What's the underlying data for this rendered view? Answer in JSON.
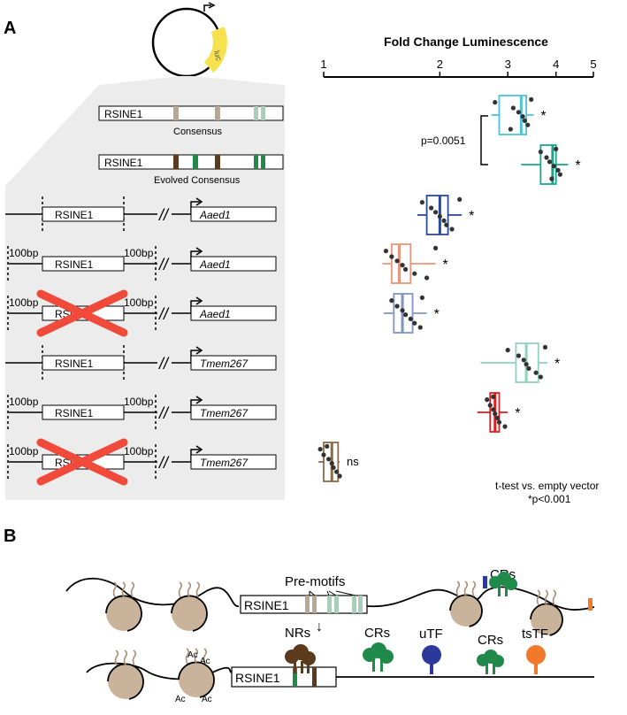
{
  "panel_a": {
    "label": "A",
    "plasmid": {
      "gene": "luc"
    },
    "constructs": {
      "consensus": {
        "name": "RSINE1",
        "caption": "Consensus"
      },
      "evolved": {
        "name": "RSINE1",
        "caption": "Evolved Consensus"
      },
      "rsine": "RSINE1",
      "flank": "100bp",
      "break": "//",
      "genes": [
        "Aaed1",
        "Tmem267"
      ]
    },
    "plot": {
      "title": "Fold Change Luminescence",
      "ticks": [
        "1",
        "2",
        "3",
        "4",
        "5"
      ],
      "pvalue": "p=0.0051",
      "star": "*",
      "ns": "ns",
      "legend_line1": "t-test vs. empty vector",
      "legend_line2": "*p<0.001"
    }
  },
  "panel_b": {
    "label": "B",
    "premotifs": "Pre-motifs",
    "crs": "CRs",
    "rsine": "RSINE1",
    "nrs": "NRs",
    "utf": "uTF",
    "tstf": "tsTF",
    "ac": "Ac"
  },
  "chart_data": {
    "type": "box",
    "title": "Fold Change Luminescence",
    "x_scale": "log",
    "xlim": [
      1,
      5
    ],
    "x_ticks": [
      1,
      2,
      3,
      4,
      5
    ],
    "series": [
      {
        "construct": "Consensus",
        "color": "#4fc3d6",
        "q1": 2.85,
        "median": 3.25,
        "q3": 3.35,
        "whisker_low": 2.72,
        "whisker_high": 3.5,
        "points": [
          2.78,
          3.1,
          3.2,
          3.28,
          3.32,
          3.38,
          3.05,
          3.45
        ],
        "marker": "*"
      },
      {
        "construct": "Evolved Consensus",
        "color": "#1aa58f",
        "q1": 3.65,
        "median": 3.92,
        "q3": 4.0,
        "whisker_low": 3.25,
        "whisker_high": 4.3,
        "points": [
          3.65,
          3.78,
          3.85,
          3.95,
          4.05,
          4.1,
          3.9,
          4.0
        ],
        "marker": "*"
      },
      {
        "construct": "RSINE1 + Aaed1",
        "color": "#2b4a9a",
        "q1": 1.85,
        "median": 2.0,
        "q3": 2.1,
        "whisker_low": 1.75,
        "whisker_high": 2.28,
        "points": [
          1.8,
          1.9,
          1.95,
          2.0,
          2.05,
          2.08,
          2.15,
          2.25
        ],
        "marker": "*"
      },
      {
        "construct": "100bp flanks + Aaed1",
        "color": "#e8957a",
        "q1": 1.5,
        "median": 1.57,
        "q3": 1.68,
        "whisker_low": 1.42,
        "whisker_high": 1.95,
        "points": [
          1.45,
          1.5,
          1.55,
          1.6,
          1.63,
          1.72,
          1.85,
          1.95
        ],
        "marker": "*"
      },
      {
        "construct": "Deleted RSINE1 + Aaed1",
        "color": "#7f95c4",
        "q1": 1.52,
        "median": 1.6,
        "q3": 1.7,
        "whisker_low": 1.43,
        "whisker_high": 1.85,
        "points": [
          1.5,
          1.55,
          1.6,
          1.63,
          1.68,
          1.72,
          1.78,
          1.8
        ],
        "marker": "*"
      },
      {
        "construct": "RSINE1 + Tmem267",
        "color": "#8fd2bd",
        "q1": 3.15,
        "median": 3.35,
        "q3": 3.6,
        "whisker_low": 2.55,
        "whisker_high": 3.8,
        "points": [
          3.0,
          3.2,
          3.3,
          3.35,
          3.4,
          3.55,
          3.65,
          3.75
        ],
        "marker": "*"
      },
      {
        "construct": "100bp flanks + Tmem267",
        "color": "#e02020",
        "q1": 2.7,
        "median": 2.78,
        "q3": 2.85,
        "whisker_low": 2.5,
        "whisker_high": 3.0,
        "points": [
          2.65,
          2.7,
          2.75,
          2.78,
          2.82,
          2.85,
          2.95,
          2.75
        ],
        "marker": "*"
      },
      {
        "construct": "Deleted RSINE1 + Tmem267",
        "color": "#8a6a4a",
        "q1": 1.0,
        "median": 1.05,
        "q3": 1.09,
        "whisker_low": 0.97,
        "whisker_high": 1.1,
        "points": [
          0.98,
          1.0,
          1.03,
          1.05,
          1.06,
          1.08,
          1.1,
          1.02
        ],
        "marker": "ns"
      }
    ],
    "annotation": {
      "between": [
        "Consensus",
        "Evolved Consensus"
      ],
      "text": "p=0.0051"
    },
    "legend": [
      "t-test vs. empty vector",
      "*p<0.001"
    ]
  }
}
